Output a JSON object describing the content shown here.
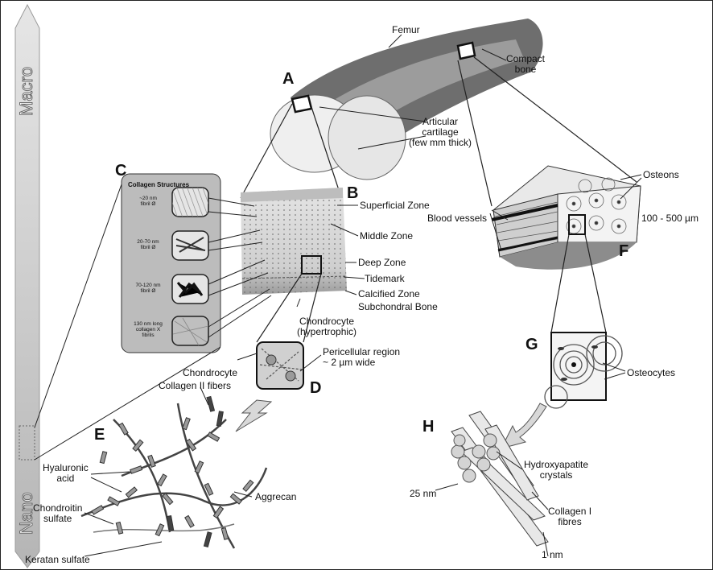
{
  "scale_arrow": {
    "top_label": "Macro",
    "bottom_label": "Nano"
  },
  "panels": [
    "A",
    "B",
    "C",
    "D",
    "E",
    "F",
    "G",
    "H"
  ],
  "labels": {
    "femur": "Femur",
    "compact_bone": "Compact\nbone",
    "articular_cartilage": "Articular\ncartilage\n(few mm thick)",
    "superficial_zone": "Superficial Zone",
    "middle_zone": "Middle Zone",
    "deep_zone": "Deep Zone",
    "tidemark": "Tidemark",
    "calcified_zone": "Calcified Zone",
    "subchondral_bone": "Subchondral Bone",
    "chondrocyte_hypertrophic": "Chondrocyte\n(hypertrophic)",
    "pericellular_region": "Pericellular region\n~ 2 µm wide",
    "chondrocyte": "Chondrocyte",
    "collagen_ii_fibers": "Collagen II fibers",
    "hyaluronic_acid": "Hyaluronic\nacid",
    "chondroitin_sulfate": "Chondroitin\nsulfate",
    "keratan_sulfate": "Keratan sulfate",
    "aggrecan": "Aggrecan",
    "osteons": "Osteons",
    "blood_vessels": "Blood vessels",
    "osteon_size": "100 - 500 µm",
    "osteocytes": "Osteocytes",
    "hydroxyapatite_crystals": "Hydroxyapatite\ncrystals",
    "crystal_25nm": "25 nm",
    "collagen_i_fibres": "Collagen I\nfibres",
    "fibre_1nm": "1 nm"
  },
  "collagen_structures": {
    "title": "Collagen Structures",
    "items": [
      "~20 nm\nfibril Ø",
      "20-70 nm\nfibril Ø",
      "70-120 nm\nfibril Ø",
      "130 nm long\ncollagen X\nfibrils"
    ]
  },
  "colors": {
    "bone_dark": "#6e6e6e",
    "bone_light": "#d9d9d9",
    "cartilage": "#f2f2f2",
    "line": "#222222"
  }
}
